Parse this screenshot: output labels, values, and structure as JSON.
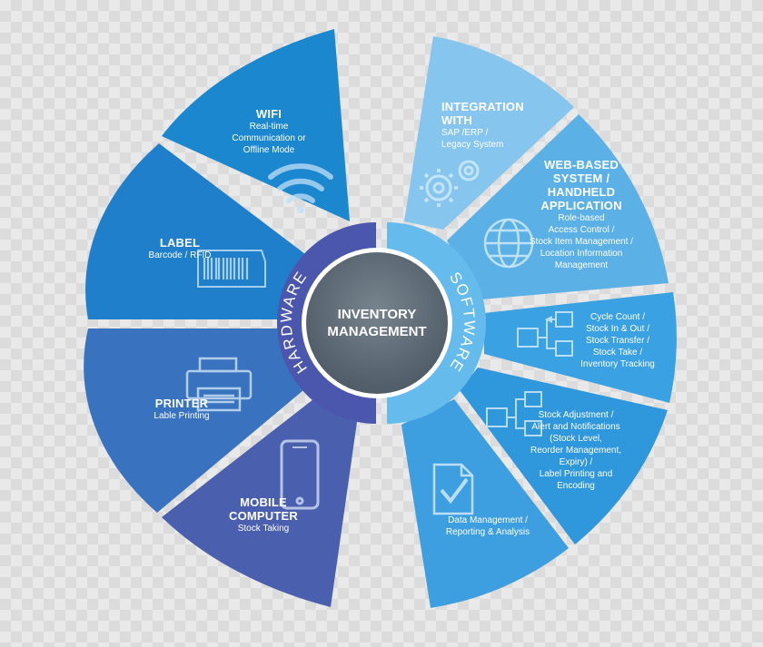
{
  "center": {
    "title": "INVENTORY\nMANAGEMENT"
  },
  "rings": {
    "left": "HARDWARE",
    "right": "SOFTWARE"
  },
  "hardware": [
    {
      "title": "WIFI",
      "subtitle": "Real-time\nCommunication or\nOffline Mode",
      "icon": "wifi-icon"
    },
    {
      "title": "LABEL",
      "subtitle": "Barcode / RFID",
      "icon": "barcode-label-icon"
    },
    {
      "title": "PRINTER",
      "subtitle": "Lable Printing",
      "icon": "printer-icon"
    },
    {
      "title": "MOBILE\nCOMPUTER",
      "subtitle": "Stock Taking",
      "icon": "mobile-phone-icon"
    }
  ],
  "software": [
    {
      "title": "INTEGRATION\nWITH",
      "subtitle": "SAP /ERP /\nLegacy System",
      "icon": "gears-icon"
    },
    {
      "title": "WEB-BASED\nSYSTEM /\nHANDHELD\nAPPLICATION",
      "subtitle": "Role-based\nAccess Control /\nStock Item Management /\nLocation Information\nManagement",
      "icon": "globe-icon"
    },
    {
      "title": "",
      "subtitle": "Cycle Count /\nStock In & Out /\nStock Transfer /\nStock Take /\nInventory Tracking",
      "icon": "workflow-icon"
    },
    {
      "title": "",
      "subtitle": "Stock Adjustment /\nAlert and Notifications\n(Stock Level,\nReorder Management,\nExpiry) /\nLabel Printing and\nEncoding",
      "icon": "workflow-icon"
    },
    {
      "title": "",
      "subtitle": "Data Management /\nReporting & Analysis",
      "icon": "checklist-document-icon"
    }
  ],
  "colors": {
    "wifi": "#1b87cf",
    "label": "#1f7fca",
    "printer": "#3973c0",
    "mobile": "#4a5fae",
    "integration": "#86c6ee",
    "webbased": "#5bb0e6",
    "cycle": "#3aa2e2",
    "adjustment": "#2f97dc",
    "data": "#3d9fdf",
    "hardware_ring": "#4a57ad",
    "software_ring": "#64bbec",
    "center": "#5e6b76"
  }
}
